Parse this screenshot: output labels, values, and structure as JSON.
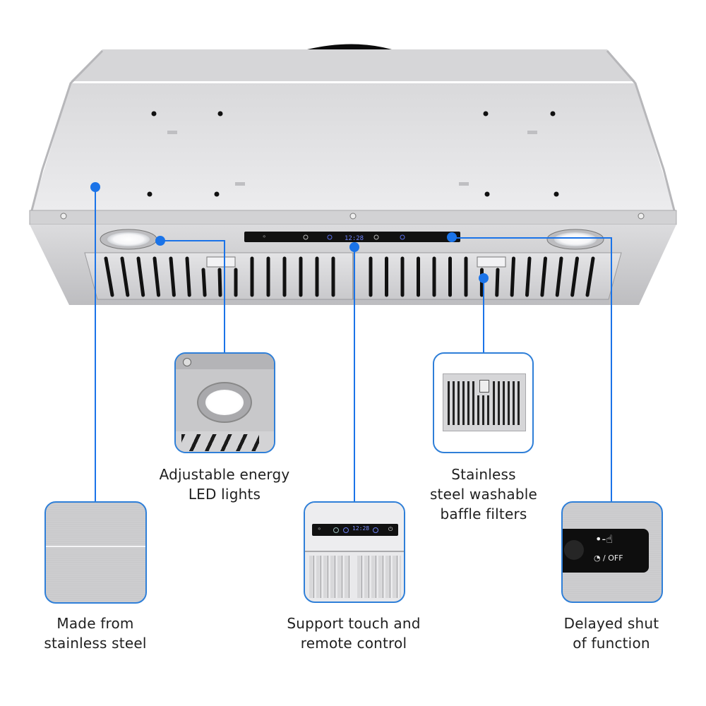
{
  "product": {
    "type": "insert range hood",
    "control_panel": {
      "display_readout": "12:28",
      "left_button": "light-icon",
      "right_button": "power-timer-icon"
    }
  },
  "colors": {
    "accent": "#1a73e8",
    "card_border": "#2f7fd8",
    "steel": "#cfcfd1",
    "panel_black": "#111111"
  },
  "features": [
    {
      "id": "stainless",
      "line1": "Made from",
      "line2": "stainless steel",
      "icon": "brushed-steel-swatch"
    },
    {
      "id": "led",
      "line1": "Adjustable energy",
      "line2": "LED lights",
      "icon": "led-light-closeup"
    },
    {
      "id": "touch",
      "line1": "Support touch and",
      "line2": "remote control",
      "icon": "touch-panel-closeup"
    },
    {
      "id": "filters",
      "line1": "Stainless",
      "line2": "steel washable",
      "line3": "baffle filters",
      "icon": "baffle-filter"
    },
    {
      "id": "delay",
      "line1": "Delayed shut",
      "line2": "of function",
      "icon": "delay-off-button"
    }
  ],
  "delay_card": {
    "off_text": "/ OFF"
  }
}
